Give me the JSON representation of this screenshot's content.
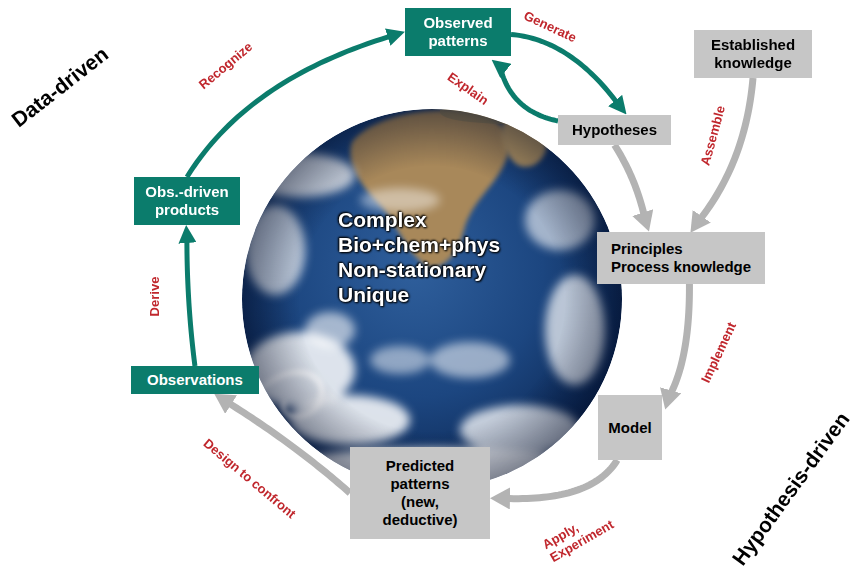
{
  "diagram": {
    "nodes": [
      {
        "text": [
          "Observed patterns"
        ]
      },
      {
        "text": [
          "Established knowledge"
        ]
      },
      {
        "text": [
          "Hypotheses"
        ]
      },
      {
        "text": [
          "Obs.-driven products"
        ]
      },
      {
        "text": [
          "Principles",
          "Process knowledge"
        ]
      },
      {
        "text": [
          "Observations"
        ]
      },
      {
        "text": [
          "Model"
        ]
      },
      {
        "text": [
          "Predicted patterns (new, deductive)"
        ]
      }
    ],
    "edges": [
      {
        "from": 5,
        "to": 3,
        "label": "Derive",
        "arrow": "to"
      },
      {
        "from": 3,
        "to": 0,
        "label": "Recognize",
        "arrow": "to"
      },
      {
        "from": 0,
        "to": 2,
        "label": "Generate",
        "arrow": "to"
      },
      {
        "from": 2,
        "to": 0,
        "label": "Explain",
        "arrow": "to"
      },
      {
        "from": 2,
        "to": 4,
        "arrow": "to"
      },
      {
        "from": 1,
        "to": 4,
        "label": "Assemble",
        "arrow": "to"
      },
      {
        "from": 4,
        "to": 6,
        "label": "Implement",
        "arrow": "to"
      },
      {
        "from": 6,
        "to": 7,
        "label": "Apply, Experiment",
        "arrow": "to"
      },
      {
        "from": 7,
        "to": 5,
        "label": "Design to confront",
        "arrow": "to"
      }
    ],
    "labels": [
      "Data-driven",
      "Complex Bio+chem+phys Non-stationary Unique",
      "Hypothesis-driven"
    ]
  }
}
